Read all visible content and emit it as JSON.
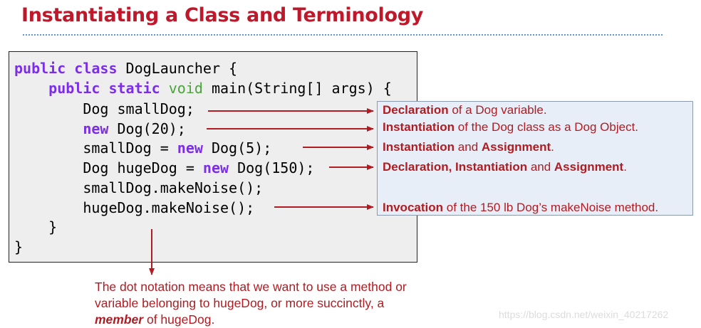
{
  "title": "Instantiating a Class and Terminology",
  "code": {
    "line1": {
      "kw1": "public",
      "kw2": "class",
      "rest": " DogLauncher {"
    },
    "line2": {
      "kw1": "public",
      "kw2": "static",
      "kw3": "void",
      "rest": " main(String[] args) {"
    },
    "line3": {
      "text": "Dog smallDog;"
    },
    "line4": {
      "kw": "new",
      "rest": " Dog(20);"
    },
    "line5": {
      "pre": "smallDog = ",
      "kw": "new",
      "rest": " Dog(5);"
    },
    "line6": {
      "pre": "Dog hugeDog = ",
      "kw": "new",
      "rest": " Dog(150);"
    },
    "line7": {
      "text": "smallDog.makeNoise();"
    },
    "line8": {
      "text": "hugeDog.makeNoise();"
    },
    "line9": {
      "text": "}"
    },
    "line10": {
      "text": "}"
    }
  },
  "notes": [
    {
      "bold1": "Declaration",
      "text1": " of a Dog variable."
    },
    {
      "bold1": "Instantiation",
      "text1": " of the Dog class as a Dog Object."
    },
    {
      "bold1": "Instantiation",
      "text1": " and ",
      "bold2": "Assignment",
      "text2": "."
    },
    {
      "bold1": "Declaration, Instantiation",
      "text1": " and ",
      "bold2": "Assignment",
      "text2": "."
    },
    {
      "bold1": "Invocation",
      "text1": " of the 150 lb Dog’s makeNoise method."
    }
  ],
  "explanation": {
    "part1": "The dot notation means that we want to use a method or variable belonging to hugeDog, or more succinctly, a ",
    "member": "member",
    "part2": " of hugeDog."
  },
  "watermark": "https://blog.csdn.net/weixin_40217262",
  "colors": {
    "title": "#c0182b",
    "annotation": "#b01c22",
    "keyword": "#7c2ee6",
    "type_keyword": "#49a33a",
    "code_background": "#eeeeee",
    "note_background": "#e7eef8",
    "rule": "#5b9bd5"
  }
}
